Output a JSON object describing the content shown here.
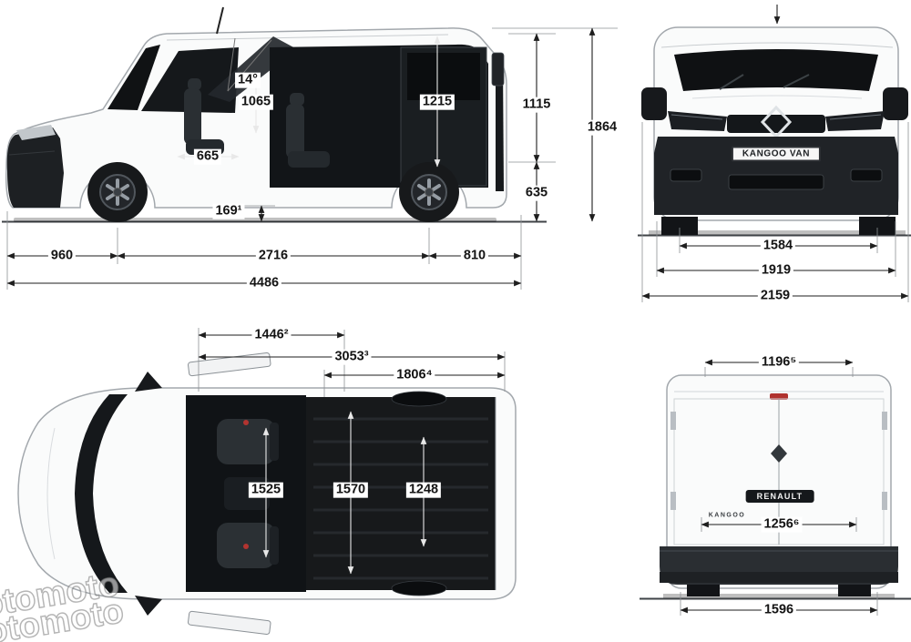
{
  "watermark": {
    "line1": "otomoto",
    "line2": "otomoto"
  },
  "side_view": {
    "dims": {
      "door_angle": "14°",
      "door_height": "1065",
      "door_width": "665",
      "opening_height": "1215",
      "upper_height": "1115",
      "lower_height": "635",
      "ground_clearance": "169¹",
      "front_overhang": "960",
      "wheelbase": "2716",
      "rear_overhang": "810",
      "overall_length": "4486",
      "overall_height": "1864"
    }
  },
  "front_view": {
    "badge": "KANGOO VAN",
    "dims": {
      "track": "1584",
      "body_width": "1919",
      "overall_width": "2159"
    }
  },
  "top_view": {
    "dims": {
      "dim_a": "1446²",
      "dim_b": "3053³",
      "dim_c": "1806⁴",
      "cabin_width": "1525",
      "load_width": "1570",
      "arch_width": "1248"
    }
  },
  "rear_view": {
    "badge": "RENAULT",
    "model": "KANGOO",
    "dims": {
      "door_width": "1196⁵",
      "inner_width": "1256⁶",
      "track": "1596"
    }
  }
}
